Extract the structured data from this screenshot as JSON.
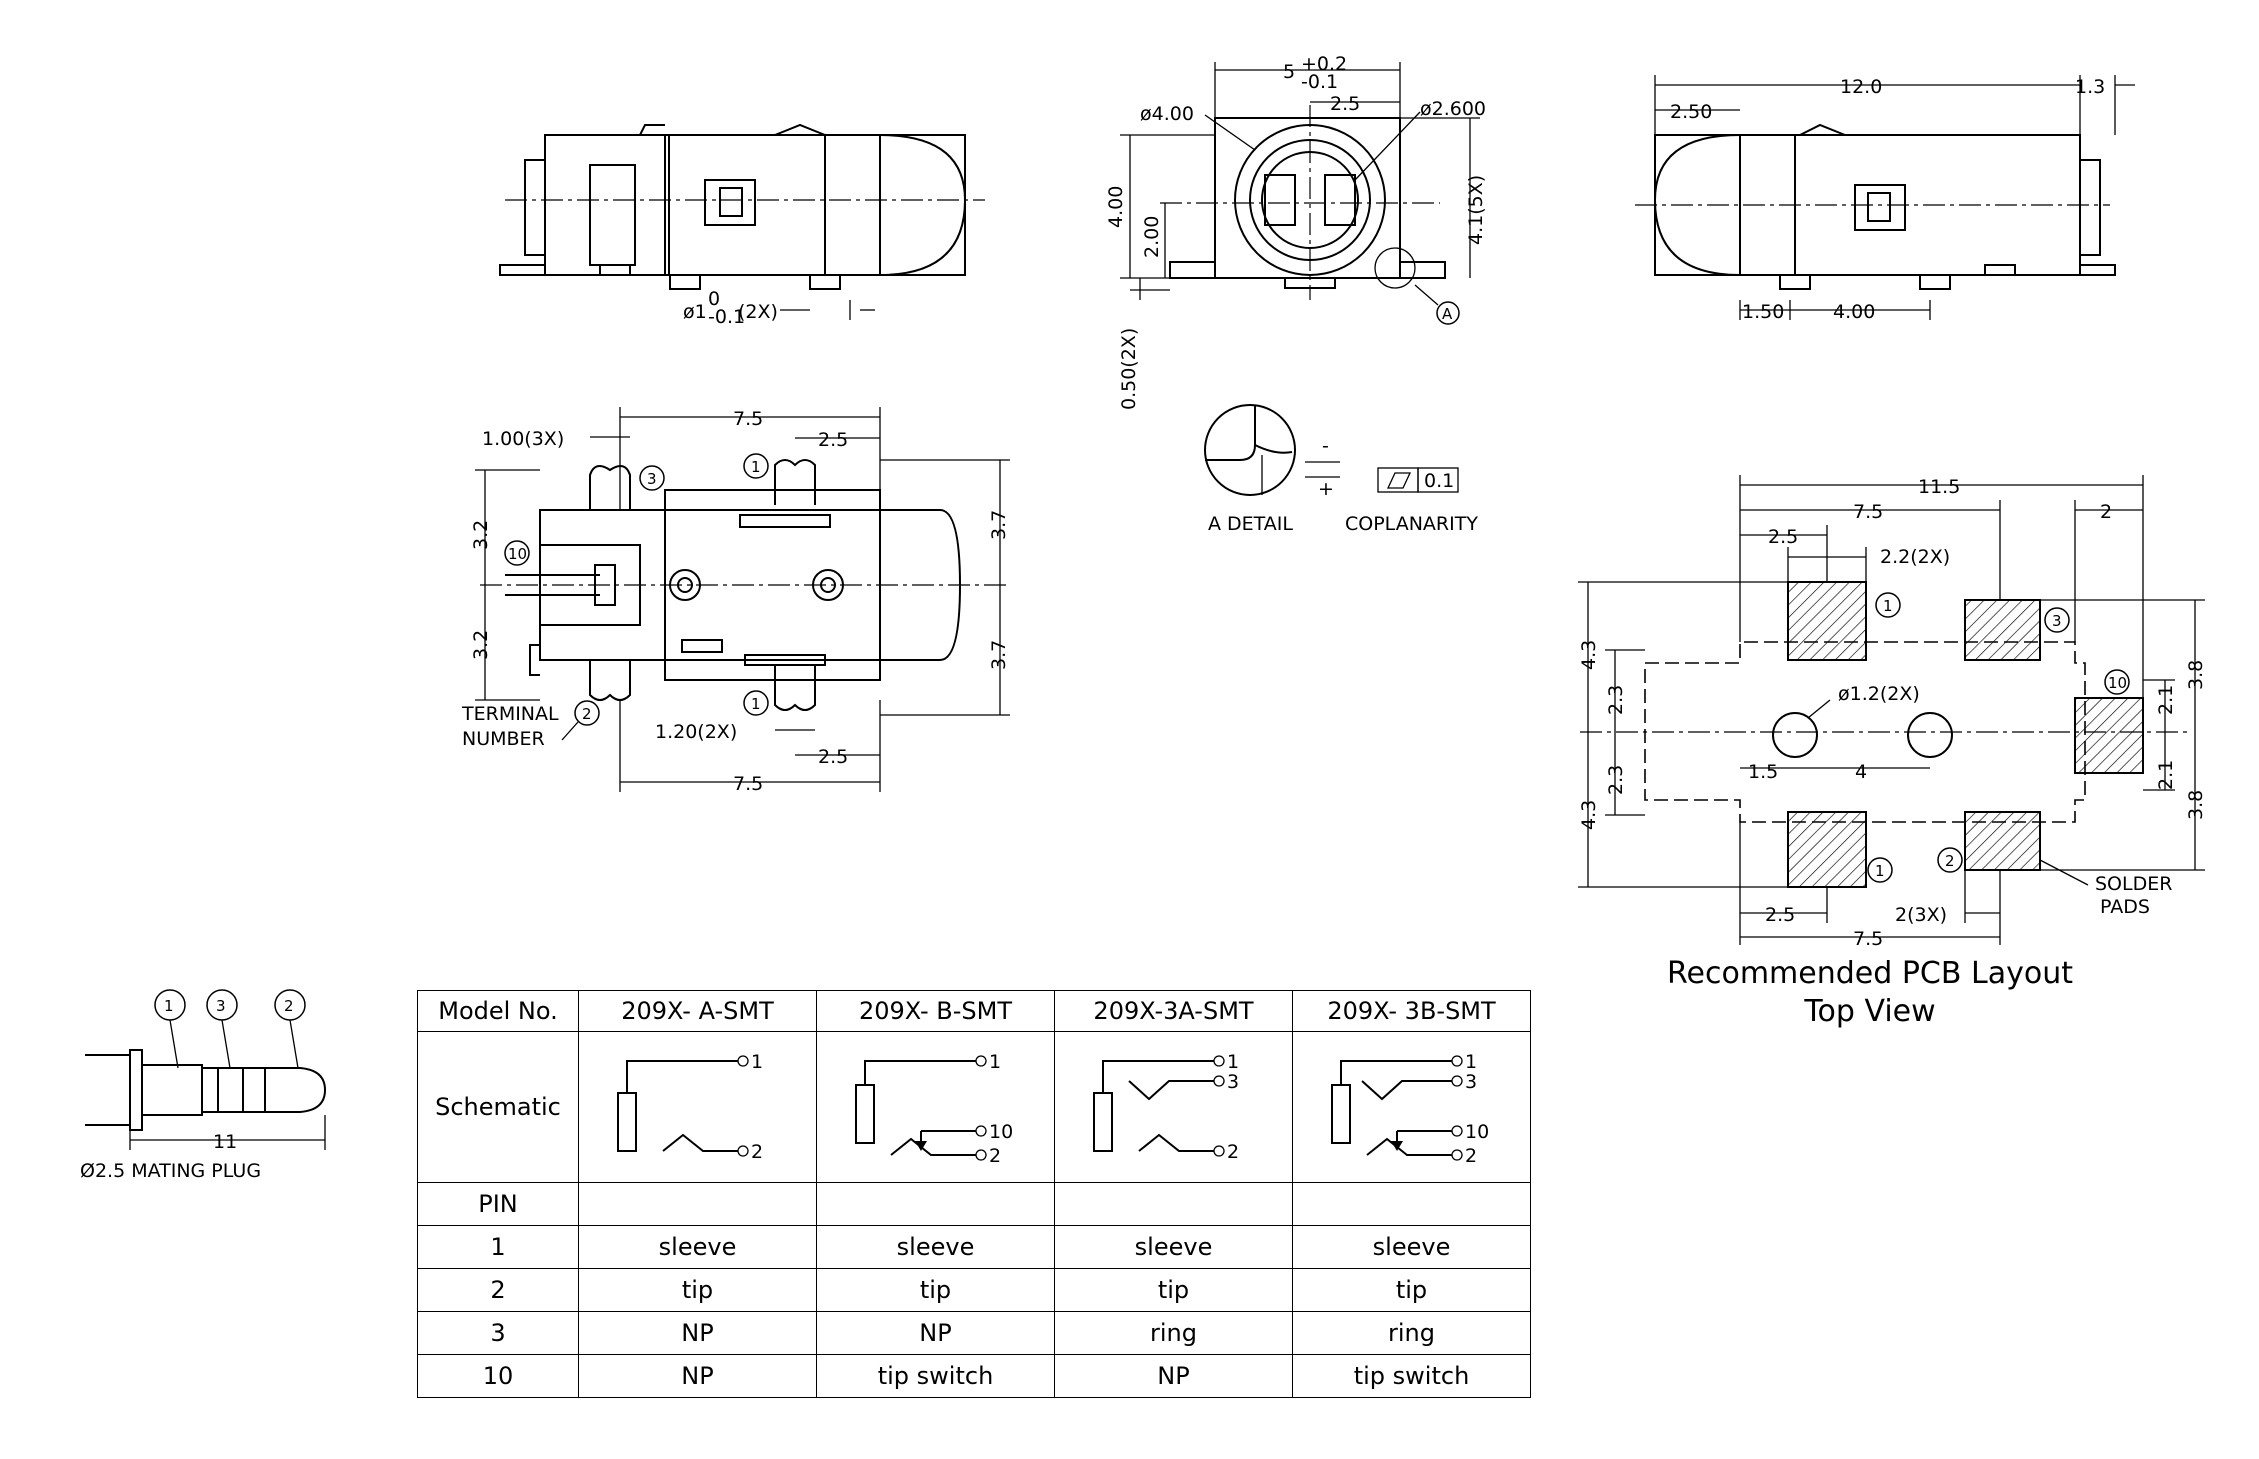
{
  "views": {
    "side_left": {
      "dims": [
        "ø1",
        "0",
        "-0.1",
        "(2X)"
      ]
    },
    "front": {
      "dims": [
        "5",
        "+0.2",
        "-0.1",
        "2.5",
        "ø4.00",
        "ø2.600",
        "4.00",
        "2.00",
        "4.1(5X)",
        "0.50(2X)"
      ],
      "detail_ref": "A"
    },
    "side_right": {
      "dims": [
        "12.0",
        "1.3",
        "2.50",
        "1.50",
        "4.00"
      ]
    },
    "top": {
      "dims": [
        "7.5",
        "2.5",
        "1.00(3X)",
        "3.2",
        "3.2",
        "3.7",
        "3.7",
        "1.20(2X)",
        "2.5",
        "7.5"
      ],
      "terminal_label": [
        "TERMINAL",
        "NUMBER"
      ],
      "terminals": [
        "1",
        "2",
        "3",
        "10"
      ]
    },
    "detail": {
      "caption": "A DETAIL",
      "coplanarity_label": "COPLANARITY",
      "tolerance": "0.1",
      "signs": [
        "-",
        "+"
      ]
    },
    "pcb": {
      "dims": [
        "11.5",
        "7.5",
        "2",
        "2.5",
        "2.2(2X)",
        "ø1.2(2X)",
        "1.5",
        "4",
        "4.3",
        "2.3",
        "2.3",
        "4.3",
        "3.8",
        "2.1",
        "2.1",
        "3.8",
        "2.5",
        "2(3X)",
        "7.5"
      ],
      "pad_label": [
        "SOLDER",
        "PADS"
      ],
      "terminals": [
        "1",
        "3",
        "10",
        "1",
        "2"
      ]
    },
    "plug": {
      "caption": "Ø2.5 MATING PLUG",
      "length": "11",
      "terminals": [
        "1",
        "3",
        "2"
      ]
    }
  },
  "pcb_caption": {
    "line1": "Recommended PCB Layout",
    "line2": "Top View"
  },
  "table": {
    "header": [
      "Model No.",
      "209X- A-SMT",
      "209X- B-SMT",
      "209X-3A-SMT",
      "209X- 3B-SMT"
    ],
    "schematic_label": "Schematic",
    "schematics": [
      {
        "pins": [
          "1",
          "2"
        ]
      },
      {
        "pins": [
          "1",
          "10",
          "2"
        ]
      },
      {
        "pins": [
          "1",
          "3",
          "2"
        ]
      },
      {
        "pins": [
          "1",
          "3",
          "10",
          "2"
        ]
      }
    ],
    "pin_header": "PIN",
    "rows": [
      [
        "1",
        "sleeve",
        "sleeve",
        "sleeve",
        "sleeve"
      ],
      [
        "2",
        "tip",
        "tip",
        "tip",
        "tip"
      ],
      [
        "3",
        "NP",
        "NP",
        "ring",
        "ring"
      ],
      [
        "10",
        "NP",
        "tip switch",
        "NP",
        "tip switch"
      ]
    ]
  }
}
